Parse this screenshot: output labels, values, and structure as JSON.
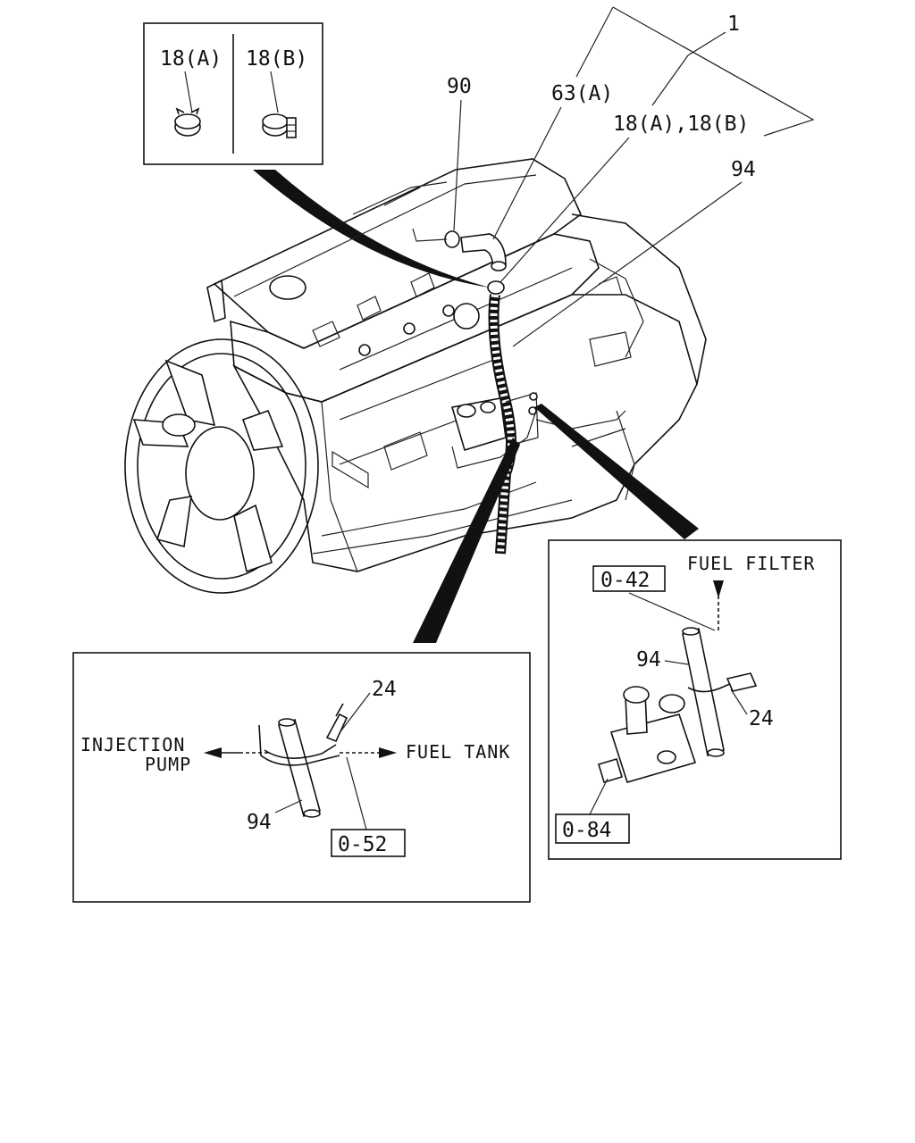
{
  "diagram": {
    "inset_clamps": {
      "clamp_a_label": "18(A)",
      "clamp_b_label": "18(B)"
    },
    "main_callouts": {
      "part_1": "1",
      "part_90": "90",
      "part_63a": "63(A)",
      "part_18ab": "18(A),18(B)",
      "part_94": "94"
    },
    "inset_filter": {
      "fuel_filter_label": "FUEL FILTER",
      "ref_042": "0-42",
      "hose_94": "94",
      "fitting_24": "24",
      "ref_084": "0-84"
    },
    "inset_pump": {
      "fitting_24": "24",
      "injection_label_line1": "INJECTION",
      "injection_label_line2": "PUMP",
      "fuel_tank_label": "FUEL TANK",
      "hose_94": "94",
      "ref_052": "0-52"
    }
  }
}
